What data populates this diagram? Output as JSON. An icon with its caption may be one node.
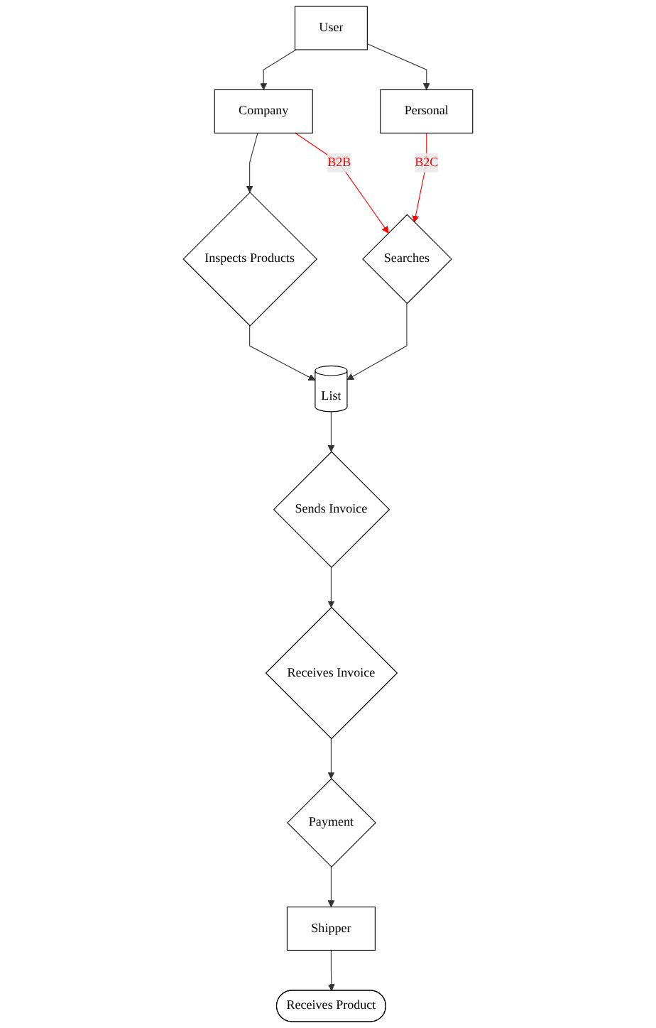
{
  "diagram": {
    "nodes": [
      {
        "text": [
          "User"
        ]
      },
      {
        "text": [
          "Company"
        ]
      },
      {
        "text": [
          "Personal"
        ]
      },
      {
        "text": [
          "Inspects Products"
        ]
      },
      {
        "text": [
          "Searches"
        ]
      },
      {
        "text": [
          "List"
        ]
      },
      {
        "text": [
          "Sends Invoice"
        ]
      },
      {
        "text": [
          "Receives Invoice"
        ]
      },
      {
        "text": [
          "Shipper"
        ]
      },
      {
        "text": [
          "Payment"
        ]
      },
      {
        "text": [
          "Receives Product"
        ]
      }
    ],
    "edges": [
      {
        "from": 0,
        "to": 1,
        "arrow": "to"
      },
      {
        "from": 0,
        "to": 2,
        "arrow": "to"
      },
      {
        "from": 1,
        "to": 3,
        "arrow": "to"
      },
      {
        "from": 1,
        "to": 4,
        "arrow": "to",
        "label": "B2B",
        "color": "#ff0000"
      },
      {
        "from": 2,
        "to": 4,
        "arrow": "to",
        "label": "B2C",
        "color": "#ff0000"
      },
      {
        "from": 3,
        "to": 5,
        "arrow": "to"
      },
      {
        "from": 4,
        "to": 5,
        "arrow": "to"
      },
      {
        "from": 5,
        "to": 6,
        "arrow": "to"
      },
      {
        "from": 6,
        "to": 7,
        "arrow": "to"
      },
      {
        "from": 7,
        "to": 9,
        "arrow": "to"
      },
      {
        "from": 9,
        "to": 8,
        "arrow": "to"
      },
      {
        "from": 8,
        "to": 10,
        "arrow": "to"
      }
    ]
  }
}
